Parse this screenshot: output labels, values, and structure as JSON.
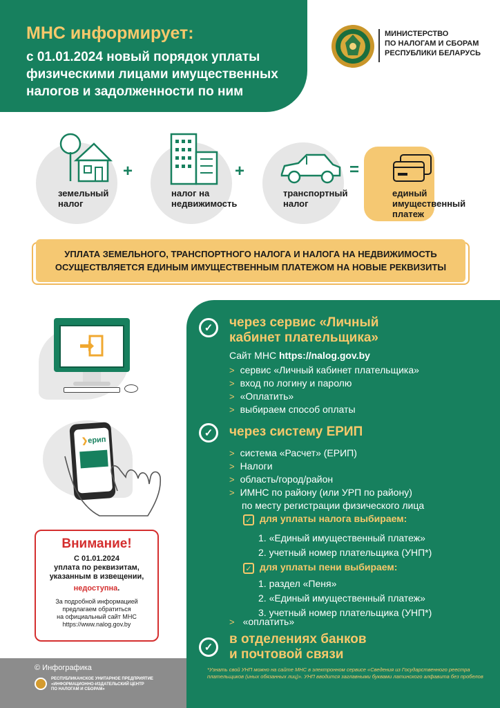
{
  "header": {
    "title": "МНС информирует:",
    "subtitle_lines": [
      "с 01.01.2024 новый порядок уплаты",
      "физическими лицами имущественных",
      "налогов и задолженности по ним"
    ],
    "ministry_lines": [
      "МИНИСТЕРСТВО",
      "ПО НАЛОГАМ И СБОРАМ",
      "РЕСПУБЛИКИ БЕЛАРУСЬ"
    ]
  },
  "taxes": {
    "land": [
      "земельный",
      "налог"
    ],
    "realty": [
      "налог на",
      "недвижимость"
    ],
    "transport": [
      "транспортный",
      "налог"
    ],
    "result": [
      "единый",
      "имущественный",
      "платеж"
    ],
    "plus": "+",
    "equals": "="
  },
  "banner": {
    "line1": "УПЛАТА ЗЕМЕЛЬНОГО, ТРАНСПОРТНОГО НАЛОГА И НАЛОГА НА НЕДВИЖИМОСТЬ",
    "line2": "ОСУЩЕСТВЛЯЕТСЯ ЕДИНЫМ ИМУЩЕСТВЕННЫМ ПЛАТЕЖОМ НА НОВЫЕ РЕКВИЗИТЫ"
  },
  "cabinet": {
    "title_lines": [
      "через сервис «Личный",
      "кабинет плательщика»"
    ],
    "site_prefix": "Сайт МНС ",
    "site_url": "https://nalog.gov.by",
    "steps": [
      "сервис «Личный кабинет плательщика»",
      "вход по логину и паролю",
      "«Оплатить»",
      "выбираем способ оплаты"
    ]
  },
  "erip": {
    "title": "через систему ЕРИП",
    "phone_label": "ерип",
    "steps": [
      "система «Расчет» (ЕРИП)",
      "Налоги",
      "область/город/район",
      "ИМНС по району (или УРП по району)"
    ],
    "step4_cont": "по месту регистрации физического лица",
    "tax_choice_title": "для уплаты налога выбираем:",
    "tax_choice": [
      "1. «Единый имущественный платеж»",
      "2. учетный номер плательщика (УНП*)"
    ],
    "penalty_title": "для уплаты пени выбираем:",
    "penalty": [
      "1. раздел «Пеня»",
      "2.  «Единый имущественный платеж»",
      "3. учетный номер плательщика (УНП*)"
    ],
    "final": "«оплатить»"
  },
  "banks": {
    "title_lines": [
      "в отделениях банков",
      "и почтовой связи"
    ]
  },
  "attention": {
    "title": "Внимание!",
    "line1": "С 01.01.2024",
    "line2": "уплата по реквизитам,",
    "line3": "указанным в извещении,",
    "red": "недоступна",
    "dot": ".",
    "small": [
      "За подробной информацией",
      "предлагаем обратиться",
      "на официальный сайт МНС",
      "https://www.nalog.gov.by"
    ]
  },
  "footer": {
    "copyright": "© Инфографика",
    "org": [
      "РЕСПУБЛИКАНСКОЕ УНИТАРНОЕ ПРЕДПРИЯТИЕ",
      "«ИНФОРМАЦИОННО-ИЗДАТЕЛЬСКИЙ ЦЕНТР",
      "ПО НАЛОГАМ И СБОРАМ»"
    ],
    "footnote": "*Узнать свой УНП можно на сайте МНС в электронном сервисе «Сведения из Государственного реестра плательщиков (иных обязанных лиц)». УНП вводится заглавными буквами латинского алфавита без пробелов"
  },
  "symbols": {
    "arrow": ">",
    "check": "✓"
  },
  "colors": {
    "green": "#17805e",
    "yellow": "#f5c872",
    "accent_text": "#f7c86b",
    "red": "#d42e2e"
  }
}
